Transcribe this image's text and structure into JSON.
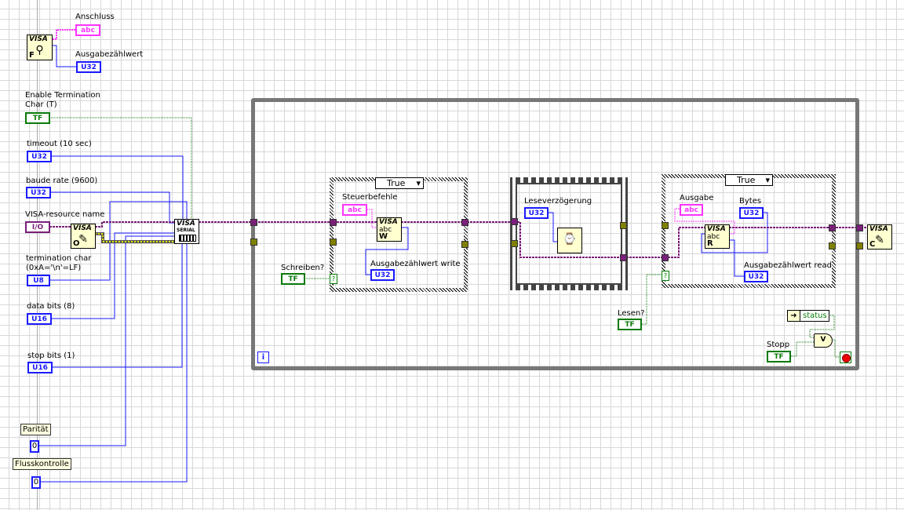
{
  "find": {
    "node_label": "VISA",
    "node_corner": "F",
    "anschluss_label": "Anschluss",
    "anschluss_type": "abc",
    "count_label": "Ausgabezählwert",
    "count_type": "U32"
  },
  "controls": [
    {
      "label": "Enable Termination Char (T)",
      "type": "TF"
    },
    {
      "label": "timeout (10 sec)",
      "type": "U32"
    },
    {
      "label": "baude rate (9600)",
      "type": "U32"
    },
    {
      "label": "VISA-resource name",
      "type": "I/O"
    },
    {
      "label": "termination char (0xA='\\n'=LF)",
      "type": "U8"
    },
    {
      "label": "data bits (8)",
      "type": "U16"
    },
    {
      "label": "stop bits (1)",
      "type": "U16"
    }
  ],
  "constants": [
    {
      "label": "Parität",
      "value": "0"
    },
    {
      "label": "Flusskontrolle",
      "value": "0"
    }
  ],
  "nodes": {
    "open": {
      "title": "VISA",
      "corner": "O"
    },
    "serial": {
      "title": "VISA",
      "sub": "SERIAL"
    },
    "write": {
      "title": "VISA",
      "text": "abc",
      "corner": "W"
    },
    "read": {
      "title": "VISA",
      "text": "abc",
      "corner": "R"
    },
    "close": {
      "title": "VISA",
      "corner": "C"
    }
  },
  "write_case": {
    "selector": "True",
    "string_label": "Steuerbefehle",
    "string_type": "abc",
    "count_label": "Ausgabezählwert write",
    "count_type": "U32",
    "bool_label": "Schreiben?",
    "bool_type": "TF",
    "q": "?"
  },
  "sequence": {
    "delay_label": "Leseverzögerung",
    "delay_type": "U32"
  },
  "read_case": {
    "selector": "True",
    "out_label": "Ausgabe",
    "out_type": "abc",
    "bytes_label": "Bytes",
    "bytes_type": "U32",
    "count_label": "Ausgabezählwert read",
    "count_type": "U32",
    "bool_label": "Lesen?",
    "bool_type": "TF",
    "q": "?"
  },
  "loop": {
    "iteration": "i",
    "status_label": "status",
    "or_label": "V",
    "stop_label": "Stopp",
    "stop_type": "TF"
  },
  "colors": {
    "refnum": "#7a1f7a",
    "error": "#c8c800",
    "numeric": "#1a1aff",
    "boolean": "#0a7a0a",
    "string": "#ff33ff"
  }
}
